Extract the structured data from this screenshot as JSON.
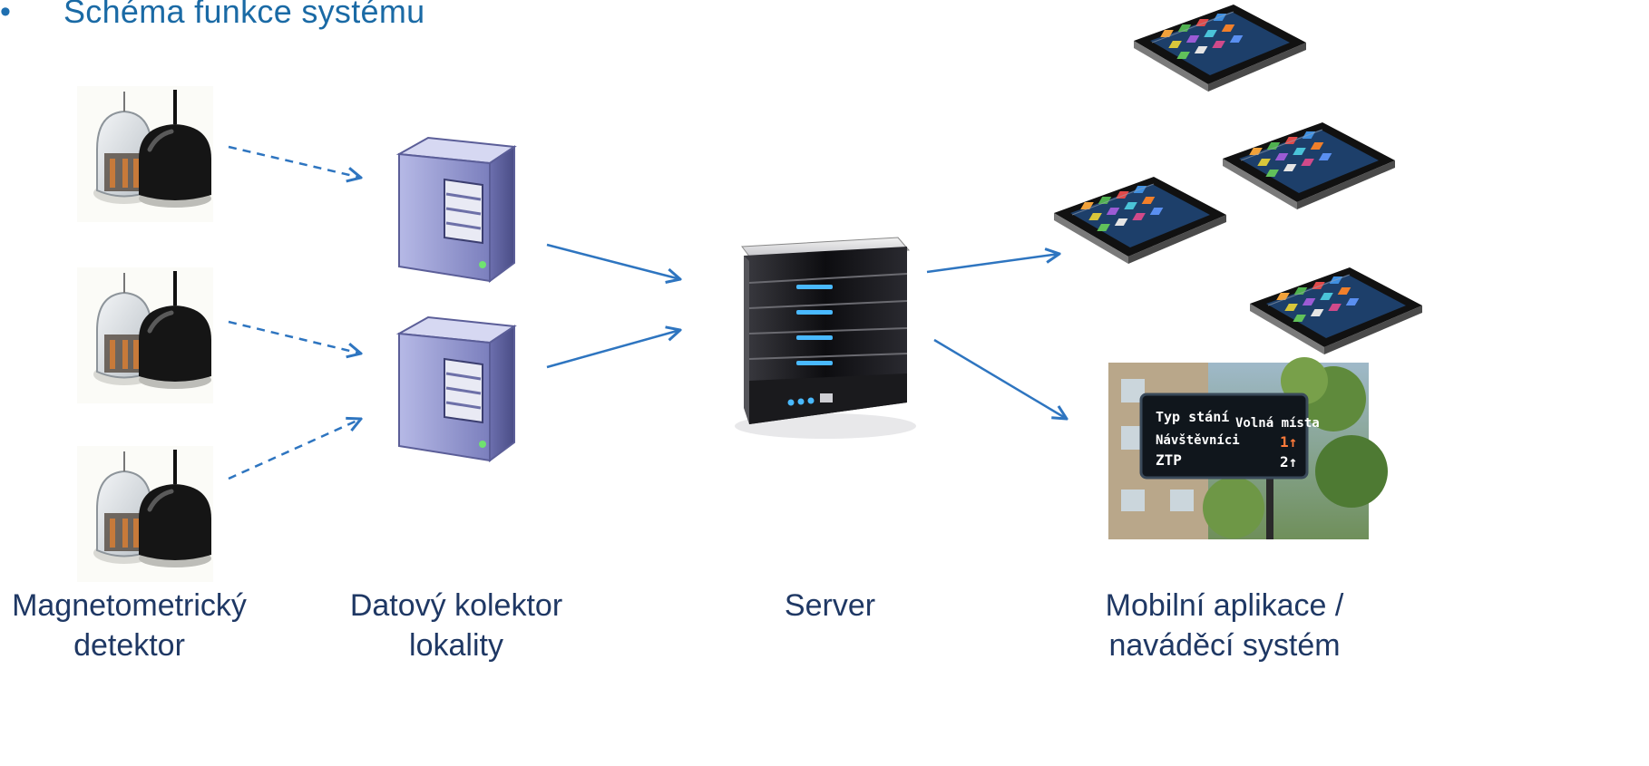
{
  "slide": {
    "bullet": "•",
    "title": "Schéma funkce systému"
  },
  "labels": {
    "detector": [
      "Magnetometrický",
      "detektor"
    ],
    "collector": [
      "Datový kolektor",
      "lokality"
    ],
    "server": [
      "Server"
    ],
    "mobile": [
      "Mobilní aplikace /",
      "naváděcí systém"
    ]
  },
  "board": {
    "header_left": "Typ stání",
    "header_right": "Volná místa",
    "row1_label": "Návštěvníci",
    "row1_value": "1↑",
    "row2_label": "ZTP",
    "row2_value": "2↑"
  },
  "colors": {
    "title": "#1a6aa5",
    "caption": "#1f3864",
    "arrow": "#2e75c0",
    "collector": "#8f93c9",
    "server": "#1c1c1f",
    "server_led": "#49b9ff",
    "board_bg": "#10161c",
    "board_text": "#ffffff",
    "board_value": "#ff7a3a"
  }
}
